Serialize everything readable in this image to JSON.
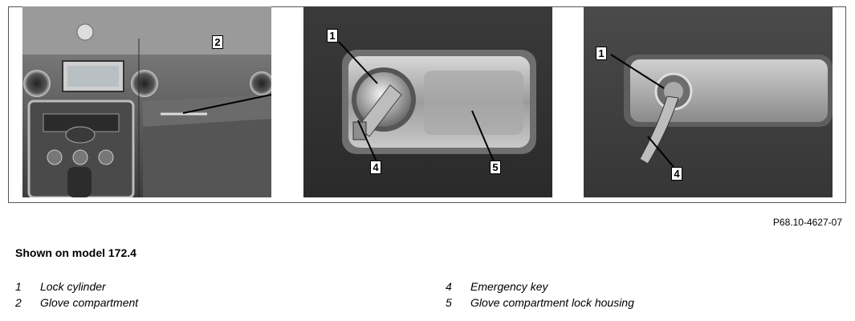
{
  "figure": {
    "code": "P68.10-4627-07",
    "callouts": {
      "photo1": [
        "2"
      ],
      "photo2": [
        "1",
        "4",
        "5"
      ],
      "photo3": [
        "1",
        "4"
      ]
    }
  },
  "caption": {
    "heading": "Shown on model 172.4"
  },
  "legend": {
    "left": [
      {
        "num": "1",
        "text": "Lock cylinder"
      },
      {
        "num": "2",
        "text": "Glove compartment"
      }
    ],
    "right": [
      {
        "num": "4",
        "text": "Emergency key"
      },
      {
        "num": "5",
        "text": "Glove compartment lock housing"
      }
    ]
  }
}
